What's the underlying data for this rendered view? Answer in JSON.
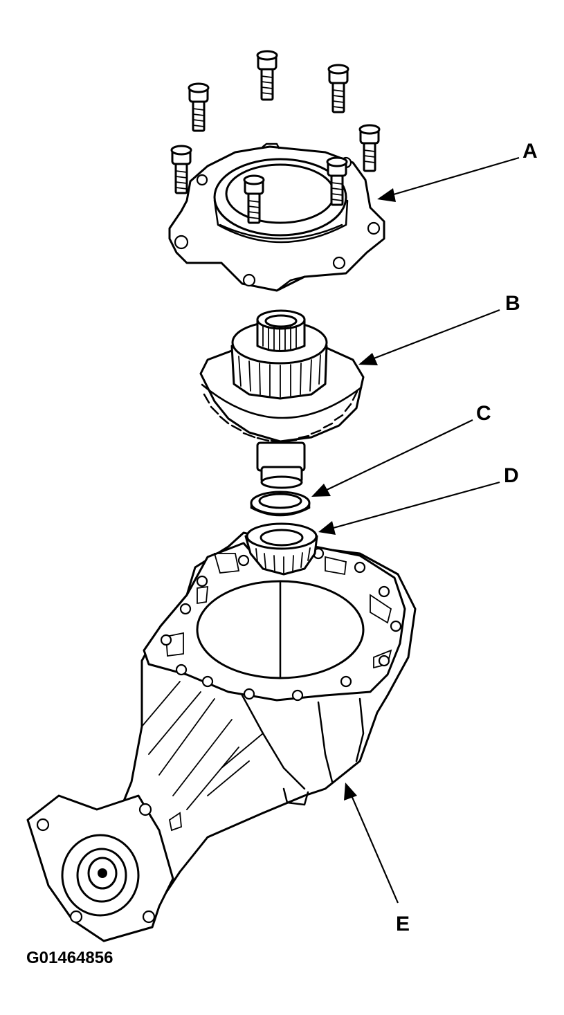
{
  "callouts": {
    "a": "A",
    "b": "B",
    "c": "C",
    "d": "D",
    "e": "E"
  },
  "figure_id": "G01464856",
  "colors": {
    "ink": "#000000",
    "paper": "#ffffff"
  }
}
